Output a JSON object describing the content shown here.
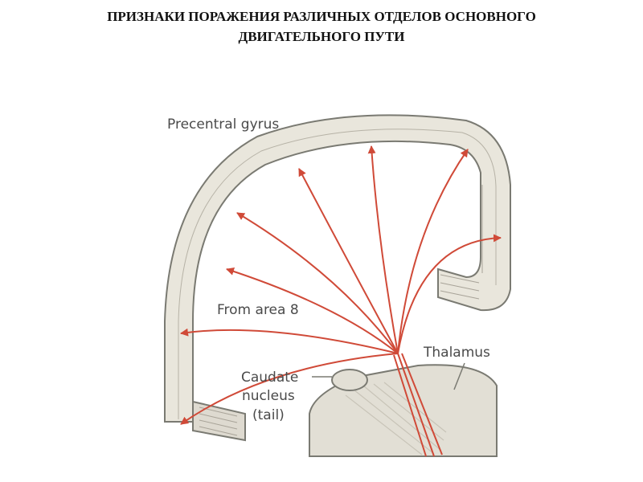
{
  "title": {
    "line1": "ПРИЗНАКИ ПОРАЖЕНИЯ РАЗЛИЧНЫХ ОТДЕЛОВ ОСНОВНОГО",
    "line2": "ДВИГАТЕЛЬНОГО ПУТИ"
  },
  "labels": {
    "precentral_gyrus": "Precentral gyrus",
    "from_area_8": "From area 8",
    "thalamus": "Thalamus",
    "caudate_line1": "Caudate",
    "caudate_line2": "nucleus",
    "caudate_line3": "(tail)"
  },
  "colors": {
    "fibers": "#d04a38",
    "cortex_fill": "#e9e6dc",
    "outline": "#7a7a72",
    "structure_fill": "#e2dfd5"
  }
}
